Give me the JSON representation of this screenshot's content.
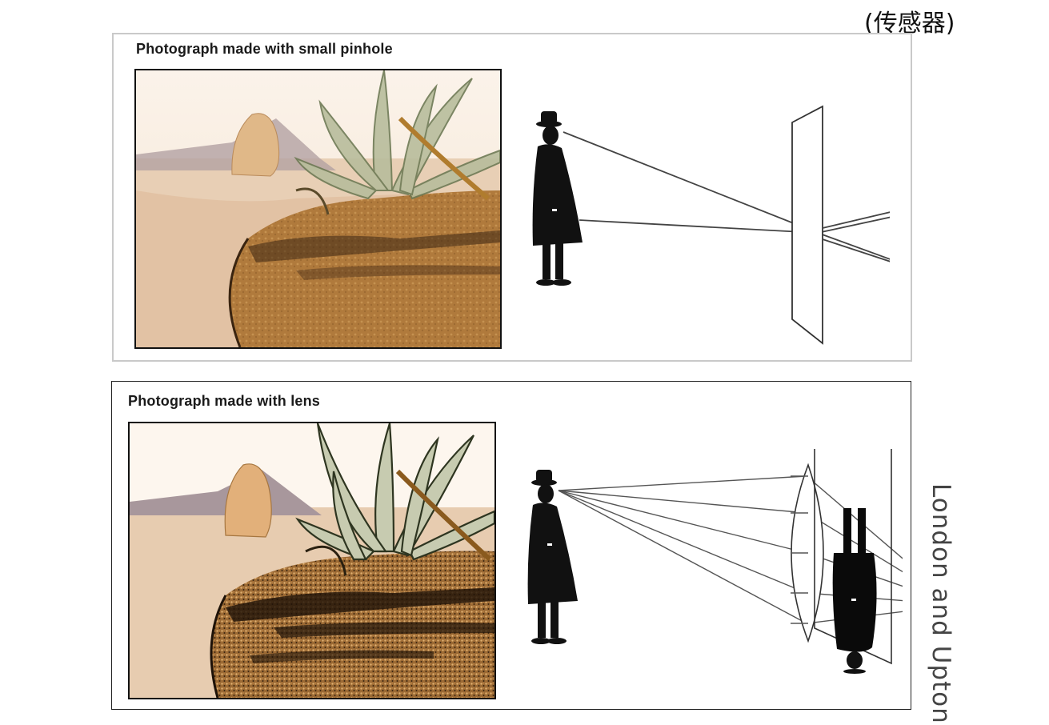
{
  "corner_label": "(传感器)",
  "side_credit": "London and Upton",
  "panels": {
    "pinhole": {
      "title": "Photograph made with small pinhole"
    },
    "lens": {
      "title": "Photograph made with lens"
    }
  }
}
